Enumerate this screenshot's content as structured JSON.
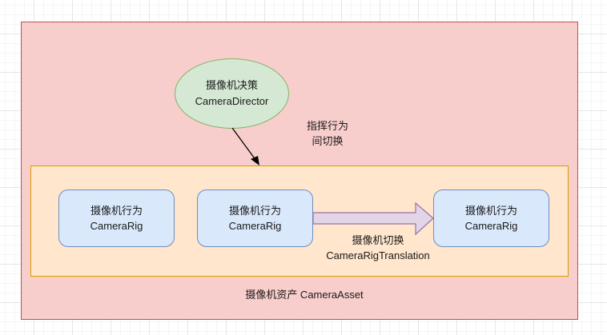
{
  "diagram": {
    "colors": {
      "asset_fill": "#f8cecc",
      "asset_stroke": "#b85450",
      "rigs_fill": "#ffe6cc",
      "rigs_stroke": "#d79b00",
      "director_fill": "#d5e8d4",
      "director_stroke": "#82b366",
      "rig_fill": "#dae8fc",
      "rig_stroke": "#6c8ebf",
      "translation_arrow_fill": "#e1d5e7",
      "translation_arrow_stroke": "#9673a6"
    },
    "director": {
      "line1": "摄像机决策",
      "line2": "CameraDirector"
    },
    "switch_label": {
      "line1": "指挥行为",
      "line2": "间切换"
    },
    "rigs": [
      {
        "line1": "摄像机行为",
        "line2": "CameraRig"
      },
      {
        "line1": "摄像机行为",
        "line2": "CameraRig"
      },
      {
        "line1": "摄像机行为",
        "line2": "CameraRig"
      }
    ],
    "translation": {
      "line1": "摄像机切换",
      "line2": "CameraRigTranslation"
    },
    "asset_label": "摄像机资产 CameraAsset",
    "edges": [
      {
        "from": "director",
        "to": "rigs-container",
        "style": "arrow"
      },
      {
        "from": "rig-2",
        "to": "rig-3",
        "style": "block-arrow",
        "label": "translation"
      }
    ]
  }
}
